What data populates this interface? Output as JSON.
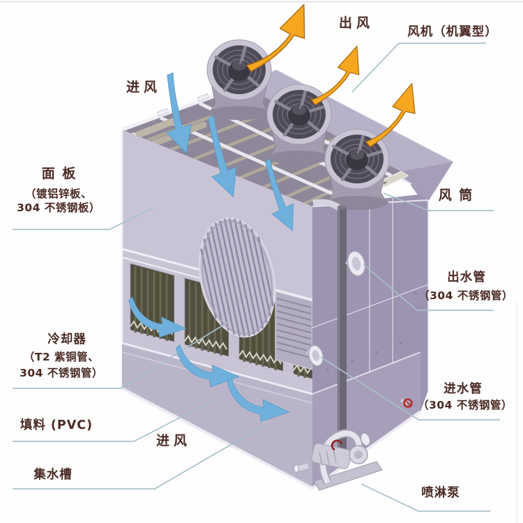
{
  "diagram": {
    "subject_labels": {
      "air_in_top": "进风",
      "air_out": "出风",
      "fan": "风机（机翼型）",
      "panel_1": "面 板",
      "panel_2": "（镀铝锌板、",
      "panel_3": "304 不锈钢板）",
      "fan_cylinder": "风 筒",
      "outlet_pipe_1": "出水管",
      "outlet_pipe_2": "（304 不锈钢管）",
      "cooler_1": "冷却器",
      "cooler_2": "（T2 紫铜管、",
      "cooler_3": "304 不锈钢管）",
      "fill": "填料 (PVC)",
      "air_in_bottom": "进风",
      "water_basin": "集水槽",
      "inlet_pipe_1": "进水管",
      "inlet_pipe_2": "（304 不锈钢管）",
      "spray_pump": "喷淋泵"
    },
    "colors": {
      "label_text": "#4a2a23",
      "leader_line": "#a8c0ca",
      "arrow_air_out": "#f6a71f",
      "arrow_air_out_outline": "#a96a10",
      "arrow_air_in": "#6fb0dd",
      "tower_front_face": "#c8c4d6",
      "tower_right_face": "#9c94b0",
      "fill_media_dark": "#514e3d",
      "fan_impeller_dark": "#4e4a56",
      "valve_red": "#b13026"
    },
    "arrows": {
      "air_out": {
        "count": 3,
        "direction": "up-right from fans",
        "color": "#f6a71f"
      },
      "air_in_top": {
        "count": 3,
        "direction": "down into coil deck",
        "color": "#6fb0dd"
      },
      "air_in_side": {
        "count": 3,
        "direction": "into fill section",
        "color": "#6fb0dd"
      }
    }
  }
}
